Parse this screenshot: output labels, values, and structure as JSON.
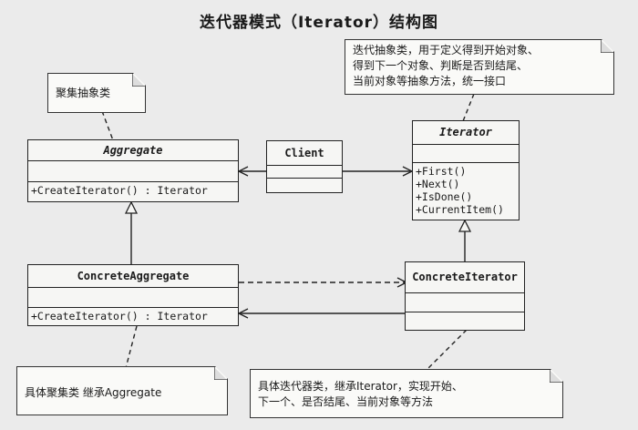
{
  "title": "迭代器模式（Iterator）结构图",
  "classes": {
    "aggregate": {
      "name": "Aggregate",
      "ops": [
        "+CreateIterator() : Iterator"
      ]
    },
    "client": {
      "name": "Client"
    },
    "iterator": {
      "name": "Iterator",
      "ops": [
        "+First()",
        "+Next()",
        "+IsDone()",
        "+CurrentItem()"
      ]
    },
    "concrete_aggregate": {
      "name": "ConcreteAggregate",
      "ops": [
        "+CreateIterator() : Iterator"
      ]
    },
    "concrete_iterator": {
      "name": "ConcreteIterator"
    }
  },
  "notes": {
    "aggregate": "聚集抽象类",
    "iterator": [
      "迭代抽象类，用于定义得到开始对象、",
      "得到下一个对象、判断是否到结尾、",
      "当前对象等抽象方法，统一接口"
    ],
    "concrete_aggregate": "具体聚集类  继承Aggregate",
    "concrete_iterator": [
      "具体迭代器类，继承Iterator，实现开始、",
      "下一个、是否结尾、当前对象等方法"
    ]
  }
}
